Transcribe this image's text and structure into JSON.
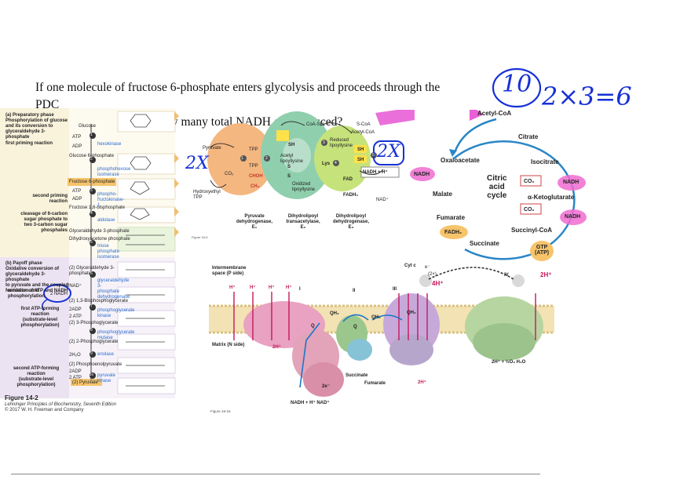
{
  "question": {
    "line1": "If one molecule of fructose 6-phosphate enters glycolysis and proceeds through the PDC",
    "line2": "and the citric acid cycle, how many total NADH are produced?"
  },
  "annotations": {
    "circled": "10",
    "equation": "2×3=6",
    "pdc_left": "2X",
    "pdc_right": "2X"
  },
  "glycolysis": {
    "prep_title": "(a) Preparatory phase",
    "prep_desc": [
      "Phosphorylation of glucose",
      "and its conversion to",
      "glyceraldehyde 3-phosphate"
    ],
    "first_priming": "first priming reaction",
    "second_priming": [
      "second priming",
      "reaction"
    ],
    "cleavage": [
      "cleavage of 6-carbon",
      "sugar phosphate to",
      "two 3-carbon sugar",
      "phosphates"
    ],
    "payoff_title": "(b) Payoff phase",
    "payoff_desc": [
      "Oxidative conversion of",
      "glyceraldehyde 3-phosphate",
      "to pyruvate and the coupled",
      "formation of ATP and NADH"
    ],
    "oxidation": [
      "oxidation and",
      "phosphorylation"
    ],
    "first_atp": [
      "first ATP-forming",
      "reaction",
      "(substrate-level",
      "phosphorylation)"
    ],
    "second_atp": [
      "second ATP-forming",
      "reaction",
      "(substrate-level",
      "phosphorylation)"
    ],
    "metabolites": [
      "Glucose",
      "Glucose 6-phosphate",
      "Fructose 6-phosphate",
      "Fructose 1,6-bisphosphate",
      "Glyceraldehyde 3-phosphate",
      "Dihydroxyacetone phosphate",
      "(2) Glyceraldehyde 3-phosphate",
      "(2) 1,3-Bisphosphoglycerate",
      "(2) 3-Phosphoglycerate",
      "(2) 2-Phosphoglycerate",
      "(2) Phosphoenolpyruvate",
      "(2) Pyruvate"
    ],
    "cofactors": [
      "ATP",
      "ADP",
      "ATP",
      "ADP",
      "2NAD⁺",
      "2 NADH",
      "2ADP",
      "2 ATP",
      "2H₂O",
      "2ADP",
      "2 ATP"
    ],
    "enzymes": [
      "hexokinase",
      "phosphohexose isomerase",
      "phospho-fructokinase-1",
      "aldolase",
      "triose phosphate isomerase",
      "glyceraldehyde 3-phosphate dehydrogenase",
      "phosphoglycerate kinase",
      "phosphoglycerate mutase",
      "enolase",
      "pyruvate kinase"
    ],
    "steps": [
      "1",
      "2",
      "3",
      "4",
      "5",
      "6",
      "7",
      "8",
      "9",
      "10"
    ],
    "figure_title": "Figure 14-2",
    "figure_credit1": "Lehninger Principles of Biochemistry, Seventh Edition",
    "figure_credit2": "© 2017 W. H. Freeman and Company"
  },
  "pdc": {
    "coa_sh": "CoA-SH",
    "s_coa": "S-CoA",
    "acetyl_coa": "Acetyl-CoA",
    "pyruvate": "Pyruvate",
    "tpp1": "TPP",
    "tpp2": "TPP",
    "co2": "CO₂",
    "choh": "CHOH",
    "ch3": "CH₃",
    "hydroxyethyl": [
      "Hydroxyethyl",
      "TPP"
    ],
    "acetyl_lipoyllysine": [
      "Acetyl",
      "lipoyllysine"
    ],
    "reduced_lipoyllysine": [
      "Reduced",
      "lipoyllysine"
    ],
    "oxidized_lipoyllysine": [
      "Oxidized",
      "lipoyllysine"
    ],
    "lys": "Lys",
    "fad": "FAD",
    "fadh2": "FADH₂",
    "nadh_h": "NADH + H⁺",
    "nad": "NAD⁺",
    "sh": "SH",
    "s": "S",
    "steps": [
      "1",
      "2",
      "3",
      "4",
      "5"
    ],
    "e1": [
      "Pyruvate",
      "dehydrogenase,",
      "E₁"
    ],
    "e2": [
      "Dihydrolipoyl",
      "transacetylase,",
      "E₂"
    ],
    "e3": [
      "Dihydrolipoyl",
      "dehydrogenase,",
      "E₃"
    ],
    "figure_note": "Figure 16-6"
  },
  "tca": {
    "acetyl_coa": "Acetyl-CoA",
    "citrate": "Citrate",
    "isocitrate": "Isocitrate",
    "ketoglutarate": "α-Ketoglutarate",
    "succinyl_coa": "Succinyl-CoA",
    "succinate": "Succinate",
    "fumarate": "Fumarate",
    "malate": "Malate",
    "oxaloacetate": "Oxaloacetate",
    "nadh1": "NADH",
    "nadh2": "NADH",
    "nadh3": "NADH",
    "co2_1": "CO₂",
    "co2_2": "CO₂",
    "fadh2": "FADH₂",
    "gtp": [
      "GTP",
      "(ATP)"
    ],
    "center": [
      "Citric",
      "acid",
      "cycle"
    ]
  },
  "etc": {
    "intermembrane": [
      "Intermembrane",
      "space (P side)"
    ],
    "matrix": "Matrix (N side)",
    "h_plus": "H⁺",
    "complex_labels": [
      "I",
      "II",
      "III",
      "IV"
    ],
    "cyt_c": "Cyt c",
    "e_minus": "e⁻",
    "two_x": "(2×)",
    "four_h": "4H⁺",
    "two_h": "2H⁺",
    "two_h_iv": "2H⁺",
    "two_h_matrix": "2H⁺",
    "two_h_iii": "2H⁺",
    "qh2": "QH₂",
    "q": "Q",
    "succinate": "Succinate",
    "fumarate": "Fumarate",
    "nadh_nad": "NADH + H⁺  NAD⁺",
    "two_e": "2e⁻",
    "water": "2H⁺ + ½O₂    H₂O",
    "figure_note": "Figure 19-16"
  }
}
